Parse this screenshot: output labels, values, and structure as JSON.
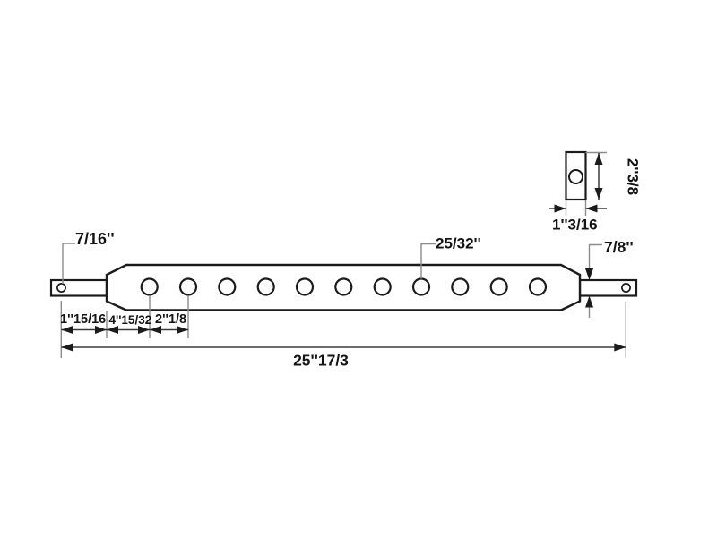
{
  "diagram": {
    "hole_count": 11,
    "labels": {
      "left_pin_hole_diameter": "7/16''",
      "main_hole_diameter": "25/32''",
      "end_tab_height": "7/8''",
      "section_height": "2''3/8",
      "section_width": "1''3/16",
      "end_to_body_length": "1''15/16",
      "body_to_first_hole": "4''15/32",
      "hole_spacing": "2''1/8",
      "overall_length": "25''17/3"
    },
    "colors": {
      "outline": "#1b1b1b",
      "dimension_line": "#3a3a3a",
      "extension_line": "#8c8c8c",
      "arrowhead": "#1b1b1b",
      "background": "#ffffff"
    }
  }
}
